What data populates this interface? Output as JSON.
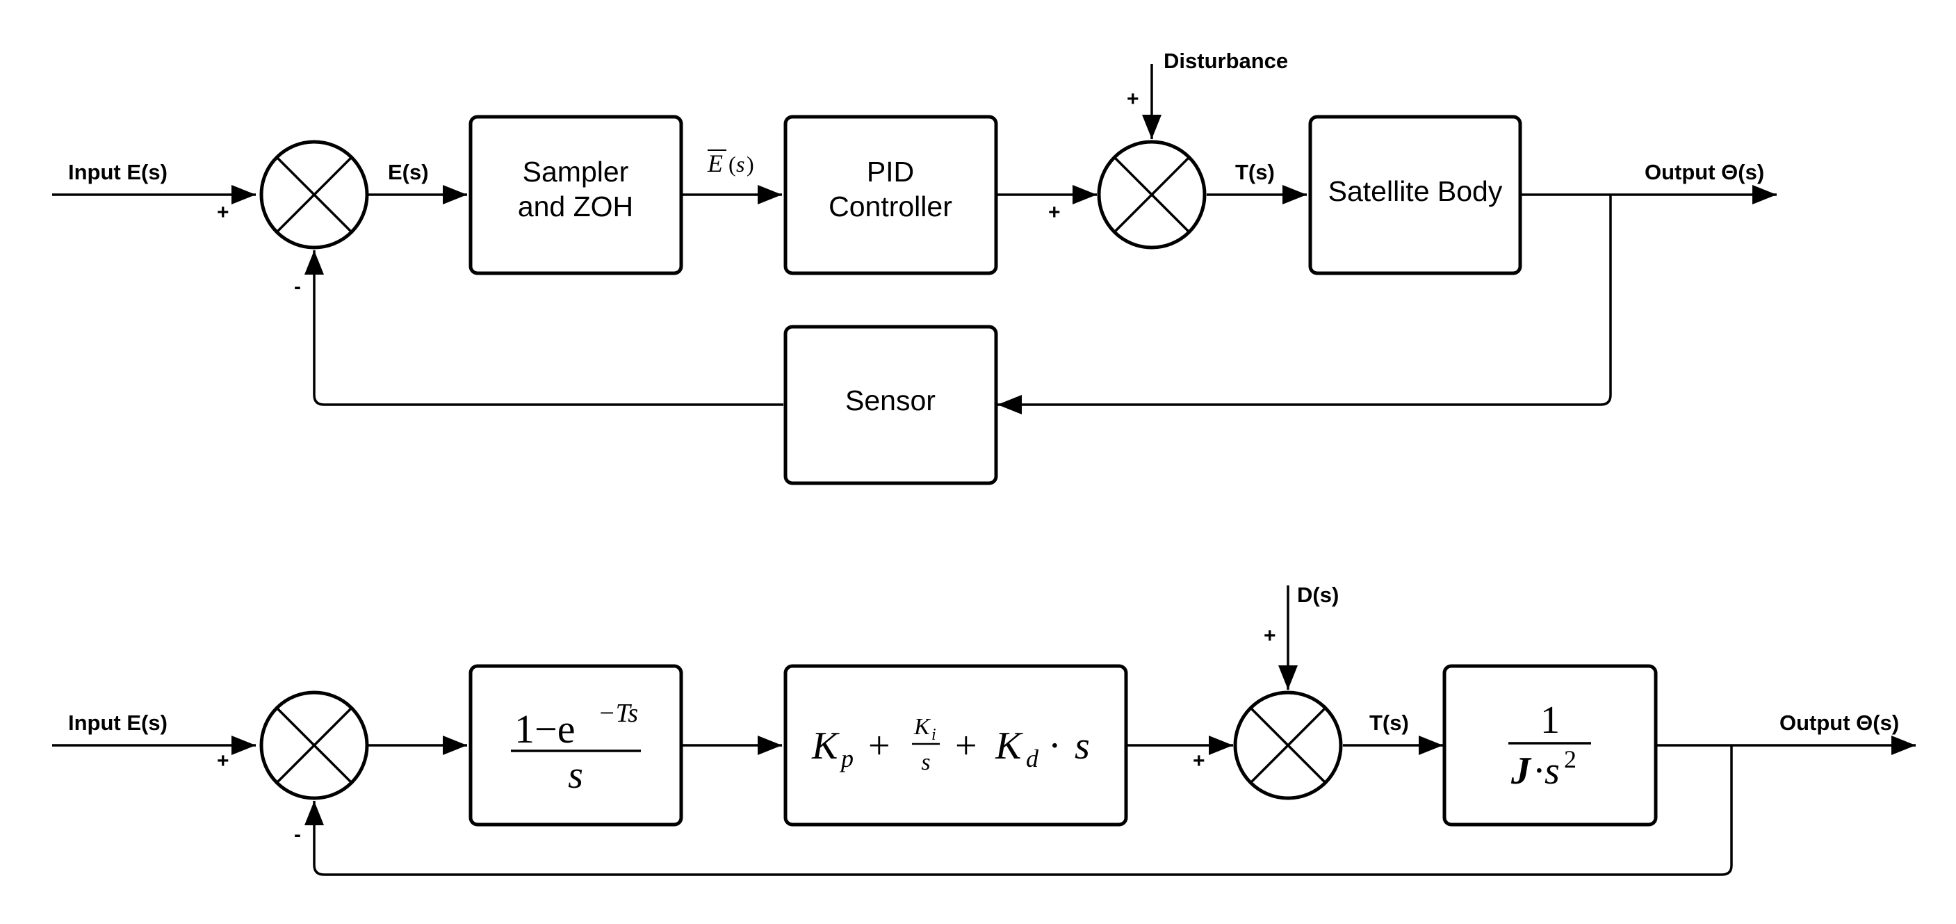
{
  "top_diagram": {
    "input_label": "Input E(s)",
    "error_label": "E(s)",
    "sampler_label": [
      "Sampler",
      "and ZOH"
    ],
    "sampled_error_label": "E(s)",
    "pid_label": [
      "PID",
      "Controller"
    ],
    "disturbance_label": "Disturbance",
    "torque_label": "T(s)",
    "plant_label": "Satellite Body",
    "output_label": "Output Θ(s)",
    "sensor_label": "Sensor",
    "signs": {
      "input_plus": "+",
      "feedback_minus": "-",
      "controller_plus": "+",
      "disturbance_plus": "+"
    }
  },
  "bottom_diagram": {
    "input_label": "Input E(s)",
    "zoh_tf": {
      "numerator": "1−e",
      "exponent": "−Ts",
      "denominator": "s"
    },
    "pid_tf": {
      "kp": "K",
      "kp_sub": "p",
      "plus1": "+",
      "ki": "K",
      "ki_sub": "i",
      "ki_den": "s",
      "plus2": "+",
      "kd": "K",
      "kd_sub": "d",
      "dot": "·",
      "s": "s"
    },
    "disturbance_label": "D(s)",
    "torque_label": "T(s)",
    "plant_tf": {
      "numerator": "1",
      "denominator_j": "J",
      "dot": "·",
      "denominator_s": "s",
      "power": "2"
    },
    "output_label": "Output Θ(s)",
    "signs": {
      "input_plus": "+",
      "feedback_minus": "-",
      "controller_plus": "+",
      "disturbance_plus": "+"
    }
  }
}
